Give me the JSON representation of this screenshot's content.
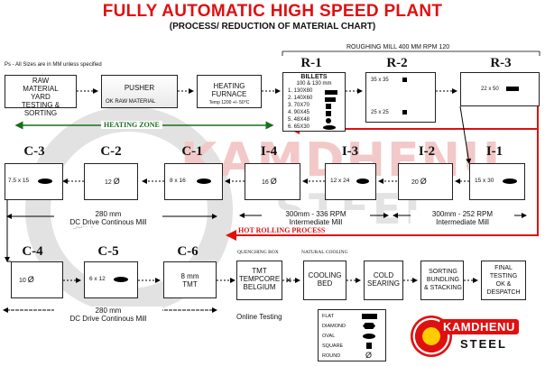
{
  "title": "FULLY AUTOMATIC HIGH SPEED PLANT",
  "subtitle": "(PROCESS/ REDUCTION OF MATERIAL CHART)",
  "roughing_mill_label": "ROUGHING MILL 400 MM RPM  120",
  "note_sizes": "Ps - All Sizes are in MM unless specified",
  "watermark": {
    "brand_top": "KAMDHENU",
    "brand_bottom": "STEEL",
    "ring_text": "Sampurna ... Kr Gujrat",
    "colors": {
      "red": "#e01010",
      "grey": "#cfcfcf"
    }
  },
  "top_row": {
    "raw": [
      "RAW",
      "MATERIAL",
      "YARD",
      "TESTING & SORTING"
    ],
    "pusher": [
      "PUSHER",
      "OK RAW MATERIAL"
    ],
    "furnace": [
      "HEATING",
      "FURNACE",
      "Temp 1200 +/- 50°C"
    ],
    "heating_zone": "HEATING ZONE"
  },
  "r1": {
    "label": "R-1",
    "heading": "BILLETS",
    "subheading": "100 & 130 mm",
    "items": [
      "1. 130X80",
      "2. 140X60",
      "3. 70X70",
      "4. 90X45",
      "5. 48X48",
      "6. 65X30"
    ]
  },
  "r2": {
    "label": "R-2",
    "size1": "35 x 35",
    "size2": "25 x 25"
  },
  "r3": {
    "label": "R-3",
    "size": "22 x 50"
  },
  "intermediate": {
    "i1": {
      "label": "I-1",
      "size": "15 x 30"
    },
    "i2": {
      "label": "I-2",
      "size": "20"
    },
    "i3": {
      "label": "I-3",
      "size": "12 x 24"
    },
    "i4": {
      "label": "I-4",
      "size": "16"
    },
    "mill_right": [
      "300mm - 252 RPM",
      "Intermediate Mill"
    ],
    "mill_left": [
      "300mm - 336 RPM",
      "Intermediate Mill"
    ]
  },
  "continuous_top": {
    "c1": {
      "label": "C-1",
      "size": "8 x 16"
    },
    "c2": {
      "label": "C-2",
      "size": "12"
    },
    "c3": {
      "label": "C-3",
      "size": "7.5 x 15"
    },
    "mill": [
      "280 mm",
      "DC Drive Continous Mill"
    ]
  },
  "hot_rolling": "HOT ROLLING PROCESS",
  "continuous_bottom": {
    "c4": {
      "label": "C-4",
      "size": "10"
    },
    "c5": {
      "label": "C-5",
      "size": "6 x 12"
    },
    "c6": {
      "label": "C-6",
      "size1": "8 mm",
      "size2": "TMT"
    },
    "mill": [
      "280 mm",
      "DC Drive Continous Mill"
    ]
  },
  "finishing": {
    "quench_heading": "QUENCHING BOX",
    "natural_heading": "NATURAL COOLING",
    "tmt": [
      "TMT",
      "TEMPCORE",
      "BELGIUM"
    ],
    "cooling": [
      "COOLING",
      "BED"
    ],
    "cold": [
      "COLD",
      "SEARING"
    ],
    "sorting": [
      "SORTING",
      "BUNDLING",
      "& STACKING"
    ],
    "final": [
      "FINAL",
      "TESTING",
      "OK &",
      "DESPATCH"
    ],
    "online": "Online Testing"
  },
  "legend": {
    "flat": "FLAT",
    "diamond": "DIAMOND",
    "oval": "OVAL",
    "square": "SQUARE",
    "round": "ROUND"
  },
  "logo": {
    "top": "KAMDHENU",
    "bottom": "STEEL"
  }
}
